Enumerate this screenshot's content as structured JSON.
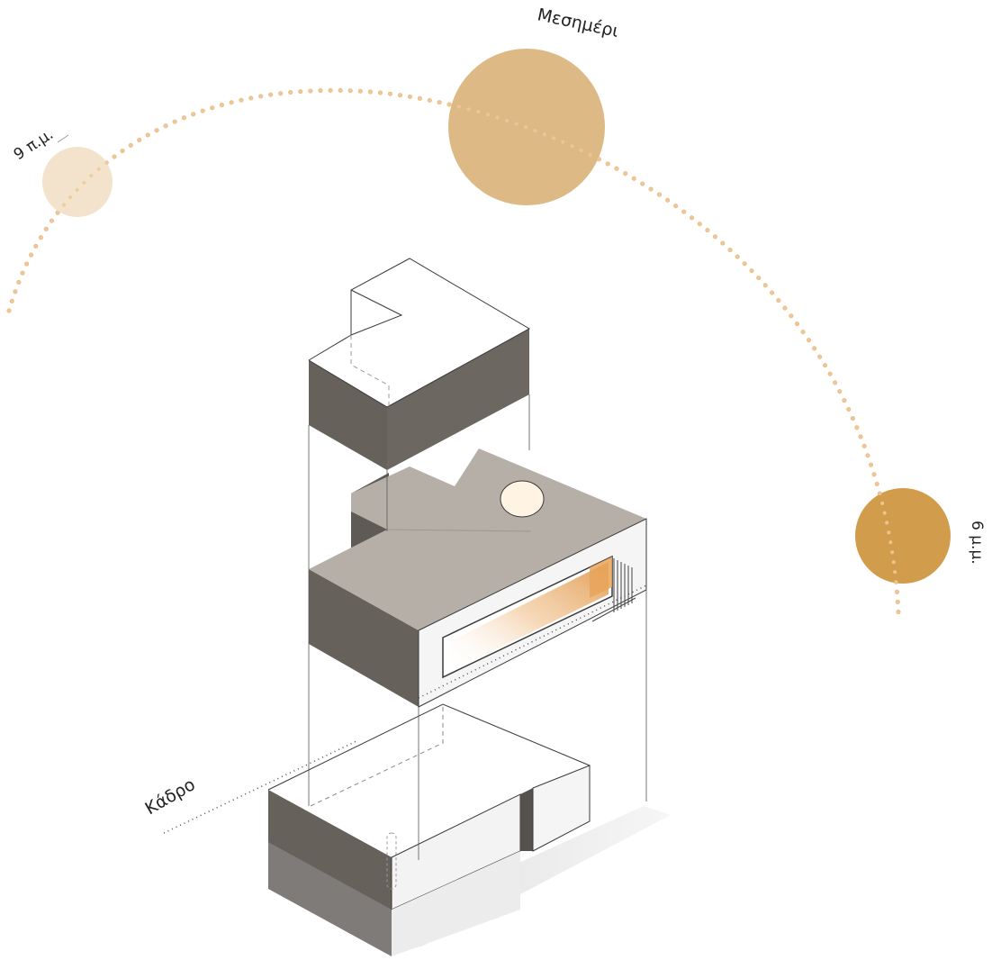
{
  "diagram": {
    "labels": {
      "morning": "9 π.μ.",
      "noon": "Μεσημέρι",
      "evening": "6 μ.μ.",
      "plot": "Κάδρο"
    },
    "colors": {
      "sun_path": "#E4B47E",
      "sun_morning": "#F4E3CC",
      "sun_noon": "#DDB985",
      "sun_evening": "#D19D4C",
      "wall_dark": "#66615B",
      "roof_grey": "#B6AFA8",
      "line": "#3A3A3A",
      "light_glow": "#E8A45A"
    }
  }
}
